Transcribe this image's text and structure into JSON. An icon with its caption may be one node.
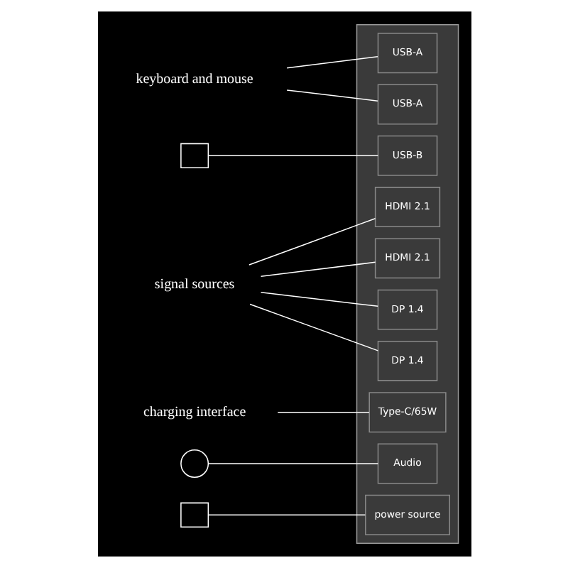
{
  "diagram": {
    "nodes": [
      {
        "text": [],
        "shape": "box"
      },
      {
        "text": [
          "USB-A"
        ],
        "in": 0
      },
      {
        "text": [
          "USB-A"
        ],
        "in": 0
      },
      {
        "text": [
          "USB-B"
        ],
        "in": 0
      },
      {
        "text": [
          "HDMI 2.1"
        ],
        "in": 0
      },
      {
        "text": [
          "HDMI 2.1"
        ],
        "in": 0
      },
      {
        "text": [
          "DP 1.4"
        ],
        "in": 0
      },
      {
        "text": [
          "DP 1.4"
        ],
        "in": 0
      },
      {
        "text": [
          "Type-C/65W"
        ],
        "in": 0
      },
      {
        "text": [
          "Audio"
        ],
        "in": 0
      },
      {
        "text": [
          "power source"
        ],
        "in": 0
      },
      {
        "text": [
          "keyboard and mouse"
        ]
      },
      {
        "text": [],
        "shape": "box"
      },
      {
        "text": [
          "signal sources"
        ]
      },
      {
        "text": [
          "charging interface"
        ]
      },
      {
        "text": [],
        "shape": "circle"
      },
      {
        "text": [],
        "shape": "box"
      }
    ],
    "edges": [
      {
        "from": 11,
        "to": 1,
        "arrow": "none"
      },
      {
        "from": 11,
        "to": 2,
        "arrow": "none"
      },
      {
        "from": 12,
        "to": 3,
        "arrow": "none"
      },
      {
        "from": 13,
        "to": 4,
        "arrow": "none"
      },
      {
        "from": 13,
        "to": 5,
        "arrow": "none"
      },
      {
        "from": 13,
        "to": 6,
        "arrow": "none"
      },
      {
        "from": 13,
        "to": 7,
        "arrow": "none"
      },
      {
        "from": 14,
        "to": 8,
        "arrow": "none"
      },
      {
        "from": 15,
        "to": 9,
        "arrow": "none"
      },
      {
        "from": 16,
        "to": 10,
        "arrow": "none"
      }
    ]
  }
}
